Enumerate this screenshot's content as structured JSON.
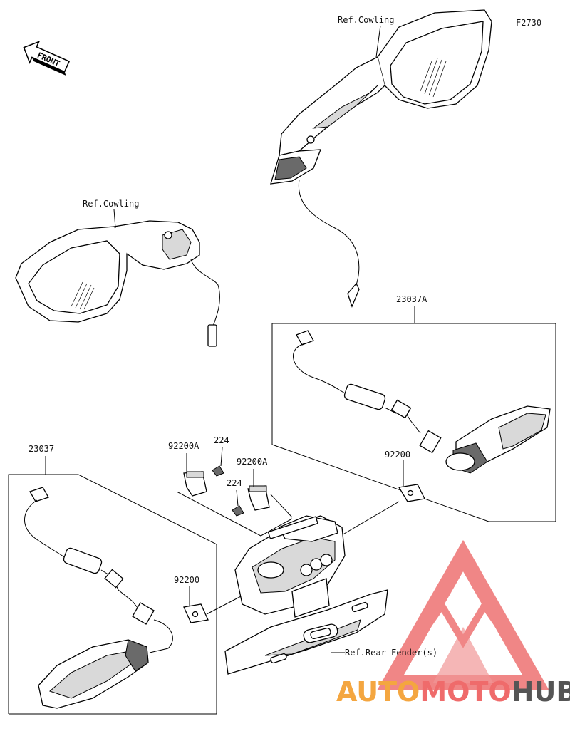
{
  "figure_code": "F2730",
  "front_badge": "FRONT",
  "labels": {
    "ref_cowling_top": "Ref.Cowling",
    "ref_cowling_left": "Ref.Cowling",
    "part_23037a": "23037A",
    "part_23037": "23037",
    "part_92200a_1": "92200A",
    "part_92200a_2": "92200A",
    "part_224_1": "224",
    "part_224_2": "224",
    "part_92200_right": "92200",
    "part_92200_left": "92200",
    "ref_rear_fender": "Ref.Rear Fender(s)"
  },
  "watermark": {
    "part1": "AUTO",
    "part2": "MOTO",
    "part3": "HUB",
    "color_warm": "#f4a640",
    "color_red": "#ef6b6b",
    "color_dark": "#555555"
  }
}
